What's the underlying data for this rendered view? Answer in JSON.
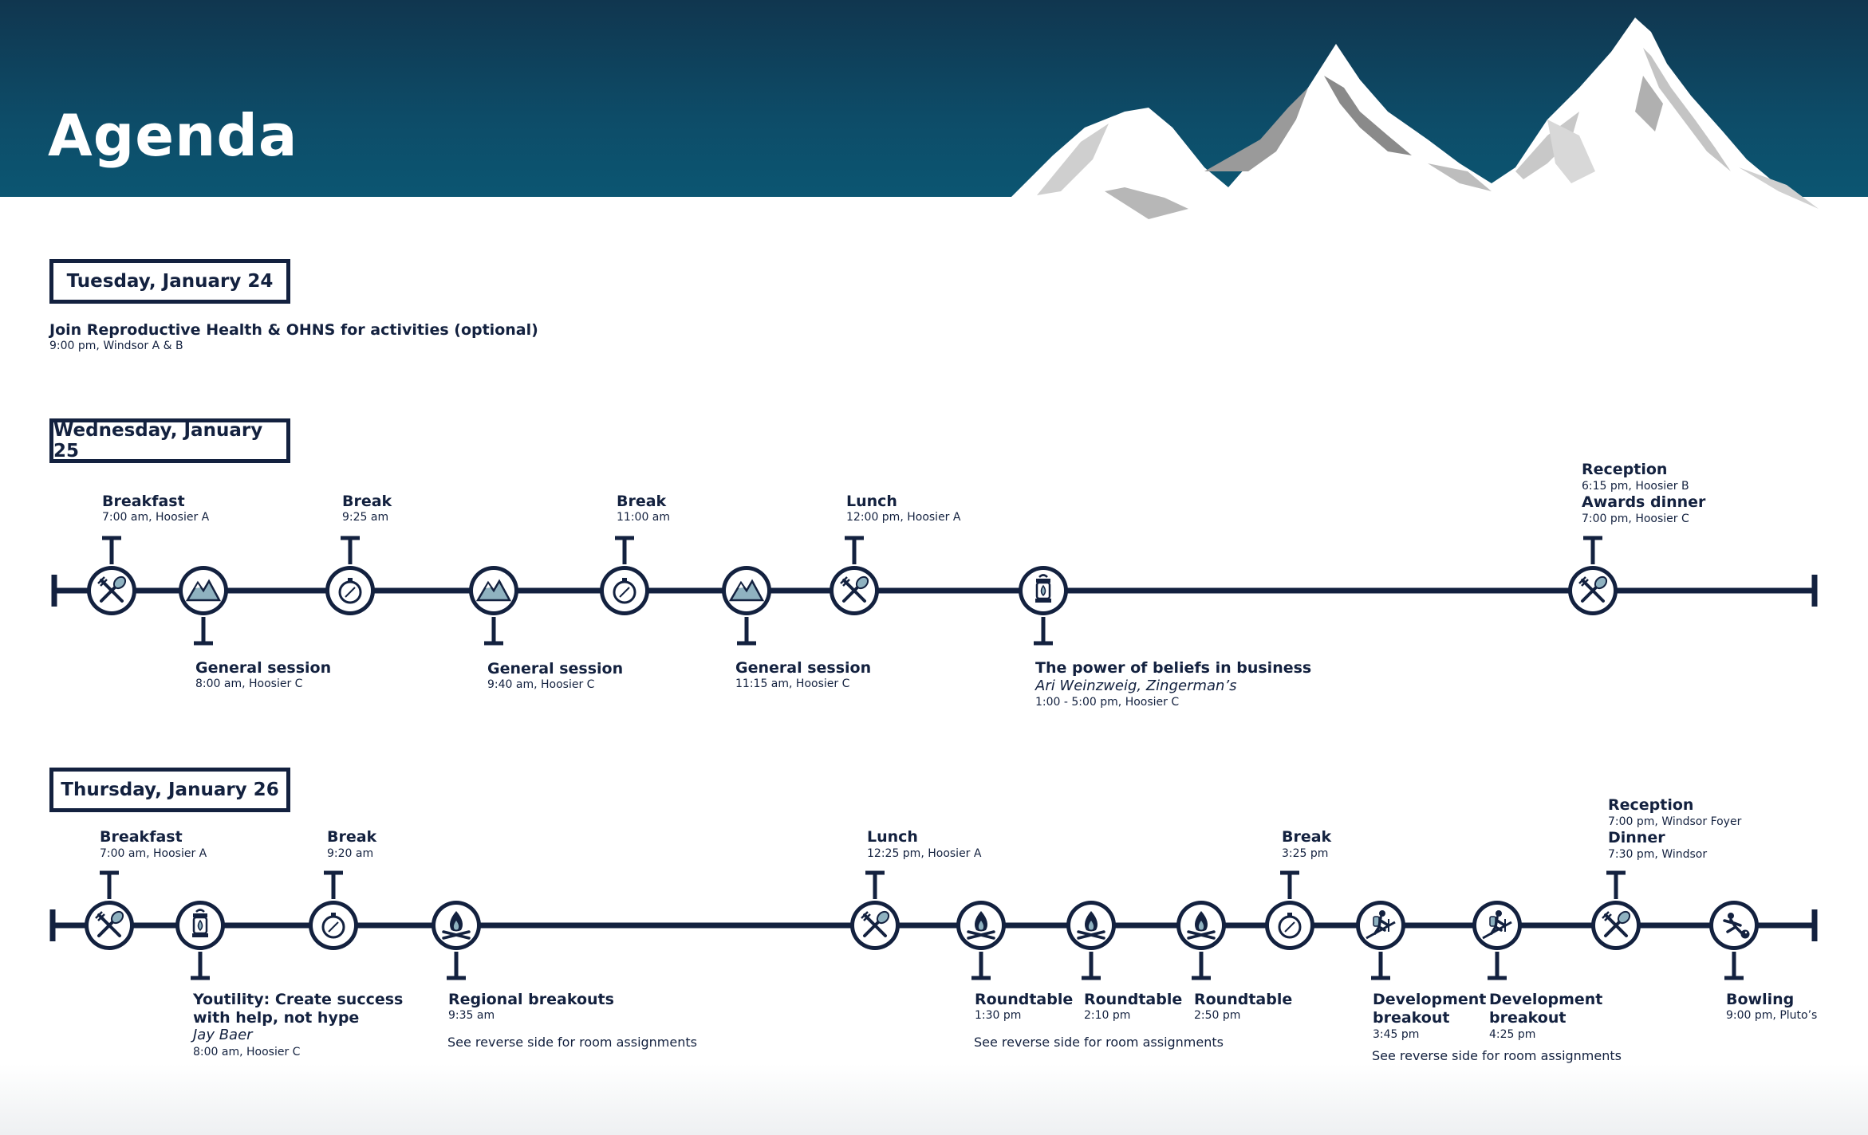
{
  "header": {
    "title": "Agenda"
  },
  "colors": {
    "navy": "#13213f",
    "header_top": "#10364f",
    "header_bottom": "#0c5672",
    "icon_fill": "#8fb2c0"
  },
  "tuesday": {
    "date": "Tuesday, January 24",
    "event_title": "Join Reproductive Health & OHNS for activities (optional)",
    "event_detail": "9:00 pm, Windsor A & B"
  },
  "wednesday": {
    "date": "Wednesday, January 25",
    "events": [
      {
        "icon": "fork-spoon-icon",
        "title": "Breakfast",
        "detail": "7:00 am, Hoosier A"
      },
      {
        "icon": "mountain-icon",
        "title": "General session",
        "detail": "8:00 am, Hoosier C"
      },
      {
        "icon": "compass-icon",
        "title": "Break",
        "detail": "9:25 am"
      },
      {
        "icon": "mountain-icon",
        "title": "General session",
        "detail": "9:40 am, Hoosier C"
      },
      {
        "icon": "compass-icon",
        "title": "Break",
        "detail": "11:00 am"
      },
      {
        "icon": "mountain-icon",
        "title": "General session",
        "detail": "11:15 am, Hoosier C"
      },
      {
        "icon": "fork-spoon-icon",
        "title": "Lunch",
        "detail": "12:00 pm, Hoosier A"
      },
      {
        "icon": "lantern-icon",
        "title": "The power of beliefs in business",
        "speaker": "Ari Weinzweig, Zingerman’s",
        "detail": "1:00 - 5:00 pm, Hoosier C"
      },
      {
        "icon": "fork-spoon-icon",
        "title": "Reception",
        "detail": "6:15 pm, Hoosier B",
        "title2": "Awards dinner",
        "detail2": "7:00 pm, Hoosier C"
      }
    ]
  },
  "thursday": {
    "date": "Thursday, January 26",
    "events": [
      {
        "icon": "fork-spoon-icon",
        "title": "Breakfast",
        "detail": "7:00 am, Hoosier A"
      },
      {
        "icon": "lantern-icon",
        "title": "Youtility: Create success",
        "title_line2": "with help, not hype",
        "speaker": "Jay Baer",
        "detail": "8:00 am, Hoosier C"
      },
      {
        "icon": "compass-icon",
        "title": "Break",
        "detail": "9:20 am"
      },
      {
        "icon": "campfire-icon",
        "title": "Regional breakouts",
        "detail": "9:35 am"
      },
      {
        "icon": "fork-spoon-icon",
        "title": "Lunch",
        "detail": "12:25 pm, Hoosier A"
      },
      {
        "icon": "campfire-icon",
        "title": "Roundtable",
        "detail": "1:30 pm"
      },
      {
        "icon": "campfire-icon",
        "title": "Roundtable",
        "detail": "2:10 pm"
      },
      {
        "icon": "campfire-icon",
        "title": "Roundtable",
        "detail": "2:50 pm"
      },
      {
        "icon": "compass-icon",
        "title": "Break",
        "detail": "3:25 pm"
      },
      {
        "icon": "hiker-icon",
        "title": "Development",
        "title_line2": "breakout",
        "detail": "3:45 pm"
      },
      {
        "icon": "hiker-icon",
        "title": "Development",
        "title_line2": "breakout",
        "detail": "4:25 pm"
      },
      {
        "icon": "fork-spoon-icon",
        "title": "Reception",
        "detail": "7:00 pm, Windsor Foyer",
        "title2": "Dinner",
        "detail2": "7:30 pm, Windsor"
      },
      {
        "icon": "bowling-icon",
        "title": "Bowling",
        "detail": "9:00 pm, Pluto’s"
      }
    ],
    "notes": {
      "regional": "See reverse side for room assignments",
      "roundtable": "See reverse side for room assignments",
      "development": "See reverse side for room assignments"
    }
  }
}
